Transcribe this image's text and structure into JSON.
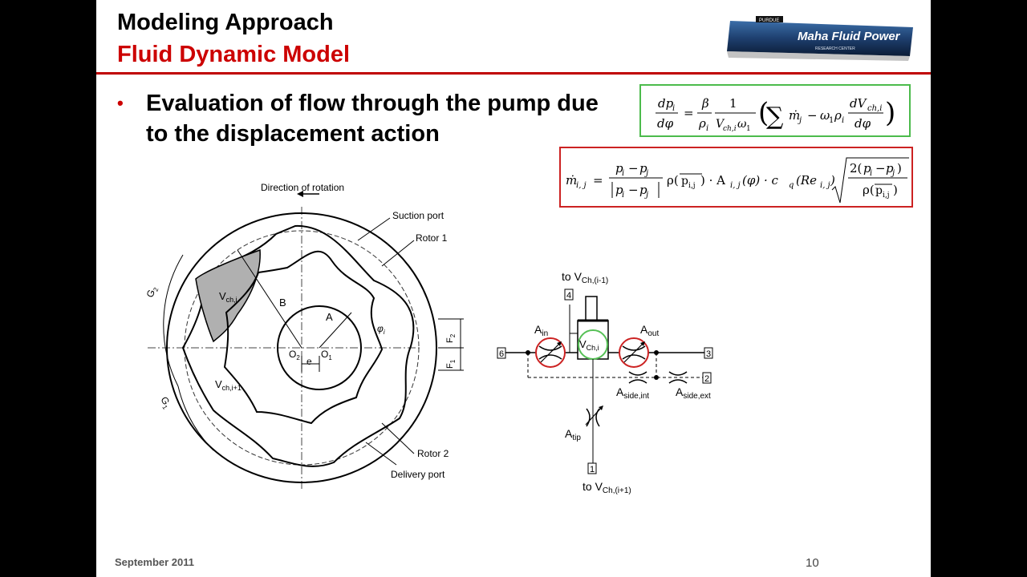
{
  "header": {
    "title": "Modeling Approach",
    "subtitle": "Fluid Dynamic Model"
  },
  "logo": {
    "brand": "Maha Fluid Power",
    "small_top": "PURDUE",
    "small_bottom": "RESEARCH CENTER"
  },
  "bullet": {
    "text": "Evaluation of flow through the pump due to the displacement action"
  },
  "rotor_diagram": {
    "direction": "Direction of rotation",
    "suction_port": "Suction port",
    "rotor1": "Rotor 1",
    "rotor2": "Rotor 2",
    "delivery_port": "Delivery port",
    "label_vchi": "V",
    "label_vchi_sub": "ch,i",
    "label_vchi1": "V",
    "label_vchi1_sub": "ch,i+1",
    "label_A": "A",
    "label_B": "B",
    "label_e": "e",
    "label_O1": "O",
    "label_O1_sub": "1",
    "label_O2": "O",
    "label_O2_sub": "2",
    "label_phi": "φ",
    "label_phi_sub": "i",
    "label_G1": "G",
    "label_G1_sub": "1",
    "label_G2": "G",
    "label_G2_sub": "2",
    "label_F1": "F",
    "label_F1_sub": "1",
    "label_F2": "F",
    "label_F2_sub": "2"
  },
  "circuit": {
    "to_prev": "to V",
    "to_prev_sub": "Ch,(i-1)",
    "to_next": "to V",
    "to_next_sub": "Ch,(i+1)",
    "node1": "1",
    "node2": "2",
    "node3": "3",
    "node4": "4",
    "node6": "6",
    "a_in": "A",
    "a_in_sub": "in",
    "a_out": "A",
    "a_out_sub": "out",
    "v_chi": "V",
    "v_chi_sub": "Ch,i",
    "a_side_int": "A",
    "a_side_int_sub": "side,int",
    "a_side_ext": "A",
    "a_side_ext_sub": "side,ext",
    "a_tip": "A",
    "a_tip_sub": "tip"
  },
  "footer": {
    "date": "September 2011",
    "page": "10"
  },
  "colors": {
    "accent_red": "#cc0000",
    "eq_green_border": "#4cbb4c",
    "eq_red_border": "#cc2222",
    "shaded_chamber": "#b0b0b0"
  }
}
